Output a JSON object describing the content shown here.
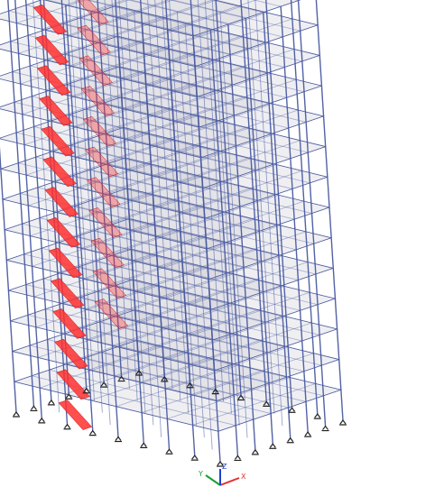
{
  "model": {
    "storeys": 14,
    "grid_x_lines": 8,
    "grid_y_lines": 9,
    "colors": {
      "frame": "#4a5aa0",
      "slab_fill": "#c5c7cf",
      "slab_stroke": "#7d85a8",
      "stair": "#ff3030",
      "support": "#222222"
    }
  },
  "axis_triad": {
    "x_label": "X",
    "y_label": "Y",
    "z_label": "Z",
    "colors": {
      "x": "#e33030",
      "y": "#18a030",
      "z": "#2040d0"
    }
  }
}
